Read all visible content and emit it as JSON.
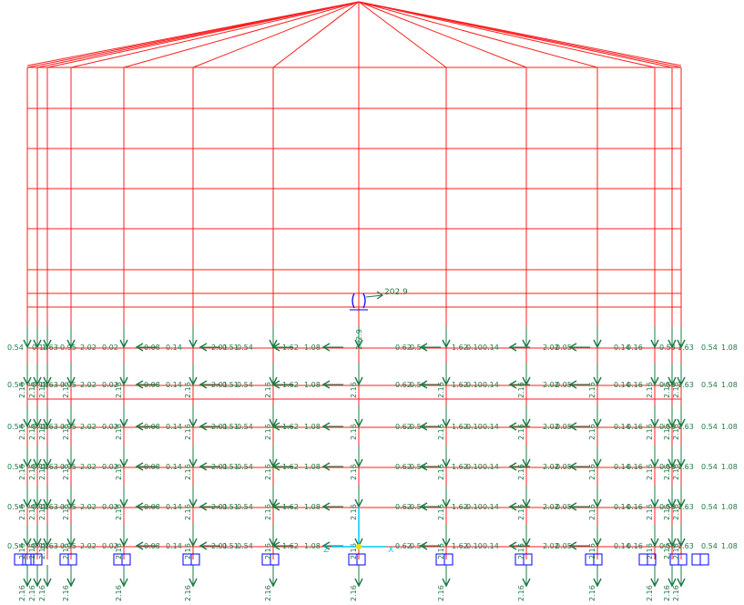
{
  "colors": {
    "frame": "#ff1e1e",
    "load": "#1d7a45",
    "support": "#0000ff",
    "axis": "#00c8ff"
  },
  "labels": {
    "top_load": "202.9",
    "vertical_load": "202.9",
    "axis_x": "X",
    "axis_z": "Z"
  },
  "columns": [
    {
      "name": "col-1",
      "load_value": "2.16"
    },
    {
      "name": "col-2",
      "load_value": "2.16"
    },
    {
      "name": "col-3",
      "load_value": "2.16"
    },
    {
      "name": "col-4",
      "load_value": "2.16"
    },
    {
      "name": "col-5",
      "load_value": "2.16"
    },
    {
      "name": "col-6",
      "load_value": "2.16"
    },
    {
      "name": "col-7",
      "load_value": "2.16"
    },
    {
      "name": "col-8",
      "load_value": "2.16"
    },
    {
      "name": "col-9",
      "load_value": "2.16"
    },
    {
      "name": "col-10",
      "load_value": "2.16"
    },
    {
      "name": "col-11",
      "load_value": "2.16"
    },
    {
      "name": "col-12",
      "load_value": "2.16"
    },
    {
      "name": "col-13",
      "load_value": "2.16"
    },
    {
      "name": "col-14",
      "load_value": "2.16"
    }
  ],
  "load_rows": [
    {
      "name": "row-1",
      "texts": [
        "0.54",
        "0.14",
        "1.63",
        "0.95",
        "2.02",
        "0.02",
        "0.08",
        "0.14",
        "2.01",
        "0.51",
        "0.54",
        "1.62",
        "1.08",
        "0.62",
        "0.54",
        "1.62",
        "0.10",
        "0.14",
        "2.02",
        "0.05",
        "0.14",
        "0.16",
        "0.53",
        "1.63",
        "0.54",
        "1.08"
      ]
    },
    {
      "name": "row-2",
      "texts": [
        "0.54",
        "0.14",
        "1.63",
        "0.95",
        "2.02",
        "0.02",
        "0.08",
        "0.14",
        "2.01",
        "0.51",
        "0.54",
        "1.62",
        "1.08",
        "0.62",
        "0.54",
        "1.62",
        "0.10",
        "0.14",
        "2.02",
        "0.05",
        "0.14",
        "0.16",
        "0.53",
        "1.63",
        "0.54",
        "1.08"
      ]
    },
    {
      "name": "row-3",
      "texts": [
        "0.54",
        "0.14",
        "1.63",
        "0.95",
        "2.02",
        "0.02",
        "0.08",
        "0.14",
        "2.01",
        "0.51",
        "0.54",
        "1.62",
        "1.08",
        "0.62",
        "0.54",
        "1.62",
        "0.10",
        "0.14",
        "2.02",
        "0.05",
        "0.14",
        "0.16",
        "0.53",
        "1.63",
        "0.54",
        "1.08"
      ]
    },
    {
      "name": "row-4",
      "texts": [
        "0.54",
        "0.14",
        "1.63",
        "0.95",
        "2.02",
        "0.02",
        "0.08",
        "0.14",
        "2.01",
        "0.51",
        "0.54",
        "1.62",
        "1.08",
        "0.62",
        "0.54",
        "1.62",
        "0.10",
        "0.14",
        "2.02",
        "0.05",
        "0.14",
        "0.16",
        "0.53",
        "1.63",
        "0.54",
        "1.08"
      ]
    },
    {
      "name": "row-5",
      "texts": [
        "0.54",
        "0.14",
        "1.63",
        "0.95",
        "2.02",
        "0.02",
        "0.08",
        "0.14",
        "2.01",
        "0.51",
        "0.54",
        "1.62",
        "1.08",
        "0.62",
        "0.54",
        "1.62",
        "0.10",
        "0.14",
        "2.02",
        "0.05",
        "0.14",
        "0.16",
        "0.53",
        "1.63",
        "0.54",
        "1.08"
      ]
    },
    {
      "name": "row-6",
      "texts": [
        "0.54",
        "0.14",
        "1.63",
        "0.95",
        "2.02",
        "0.02",
        "0.08",
        "0.14",
        "2.01",
        "0.51",
        "0.54",
        "1.62",
        "1.08",
        "0.62",
        "0.54",
        "1.62",
        "0.10",
        "0.14",
        "2.02",
        "0.05",
        "0.14",
        "0.16",
        "0.53",
        "1.63",
        "0.54",
        "1.08"
      ]
    }
  ]
}
